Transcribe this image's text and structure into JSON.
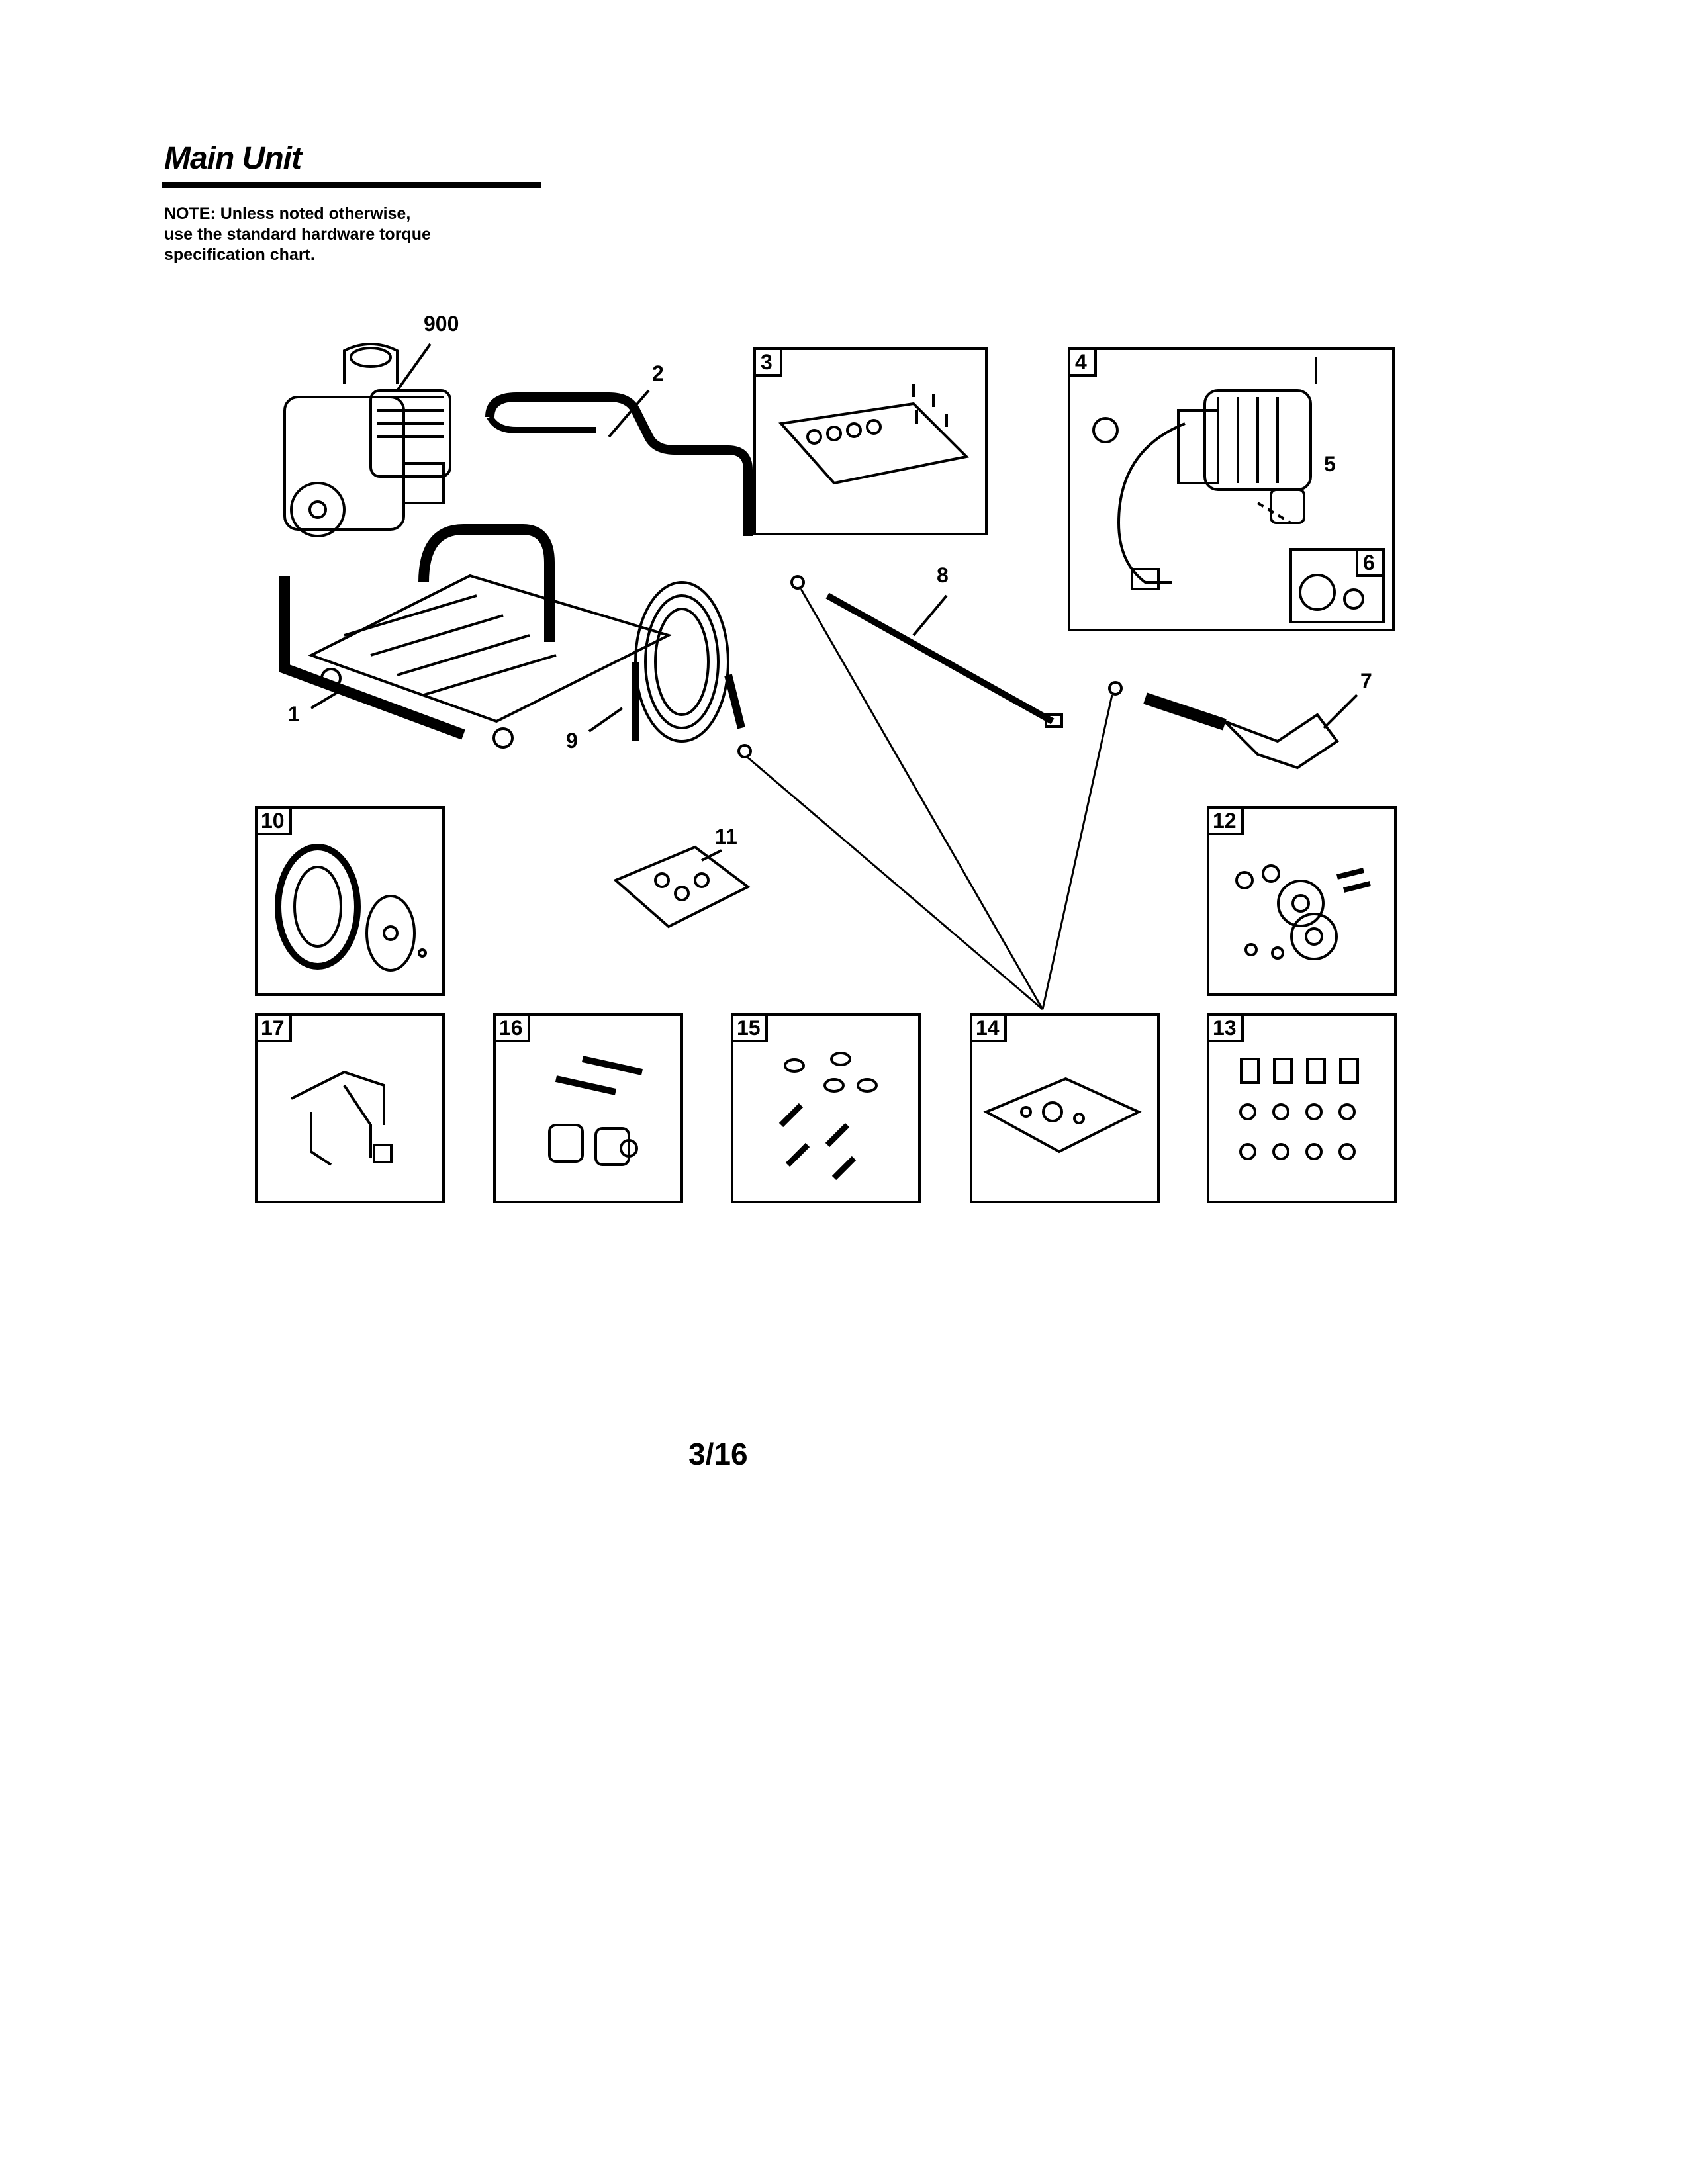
{
  "section": {
    "title": "Main Unit",
    "note": "NOTE: Unless noted otherwise,\nuse the standard hardware torque\nspecification chart."
  },
  "callouts": {
    "c900": "900",
    "c2": "2",
    "c1": "1",
    "c9": "9",
    "c8": "8",
    "c7": "7",
    "c11": "11",
    "c5": "5"
  },
  "boxes": {
    "b3": "3",
    "b4": "4",
    "b6": "6",
    "b10": "10",
    "b12": "12",
    "b13": "13",
    "b14": "14",
    "b15": "15",
    "b16": "16",
    "b17": "17"
  },
  "page_number": "3/16"
}
